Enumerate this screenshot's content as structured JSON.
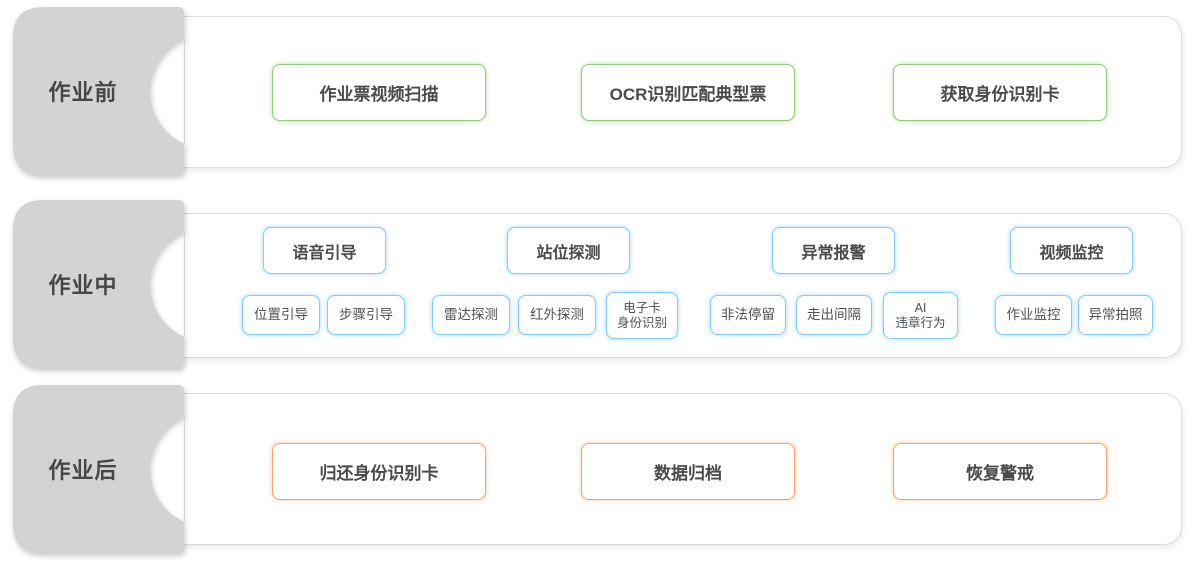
{
  "colors": {
    "green": "#93ca7e",
    "blue": "#84ccf4",
    "orange": "#f7a267",
    "label-bg": "#d3d3d3",
    "label-text": "#464646",
    "box-text": "#4a4a4a"
  },
  "rows": [
    {
      "label": "作业前",
      "accent": "green",
      "items": [
        "作业票视频扫描",
        "OCR识别匹配典型票",
        "获取身份识别卡"
      ]
    },
    {
      "label": "作业中",
      "accent": "blue",
      "groups": [
        {
          "header": "语音引导",
          "subs": [
            "位置引导",
            "步骤引导"
          ]
        },
        {
          "header": "站位探测",
          "subs": [
            "雷达探测",
            "红外探测",
            "电子卡\n身份识别"
          ]
        },
        {
          "header": "异常报警",
          "subs": [
            "非法停留",
            "走出间隔",
            "AI\n违章行为"
          ]
        },
        {
          "header": "视频监控",
          "subs": [
            "作业监控",
            "异常拍照"
          ]
        }
      ]
    },
    {
      "label": "作业后",
      "accent": "orange",
      "items": [
        "归还身份识别卡",
        "数据归档",
        "恢复警戒"
      ]
    }
  ]
}
